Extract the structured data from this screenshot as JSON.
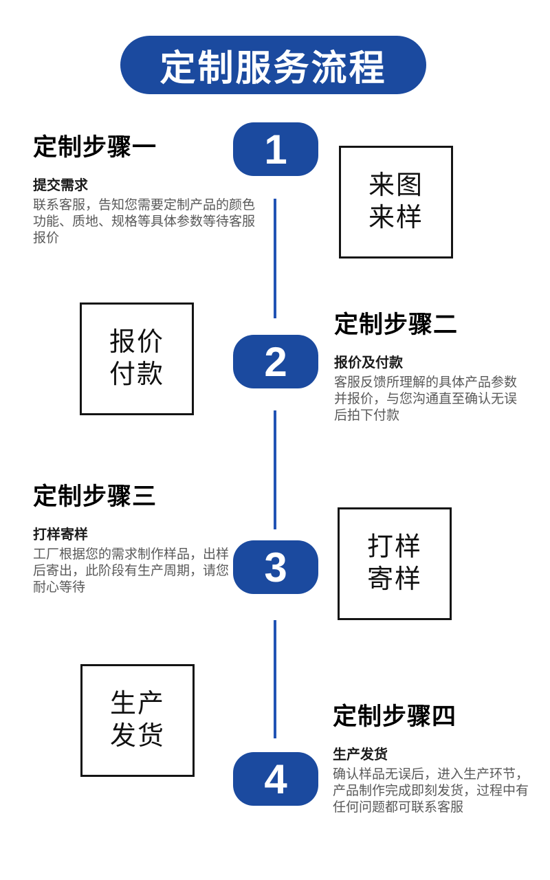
{
  "colors": {
    "primary_blue": "#1b4a9f",
    "connector_blue": "#2153b5",
    "box_border": "#141414",
    "body_text": "#595959"
  },
  "header": {
    "title": "定制服务流程"
  },
  "steps": [
    {
      "number": "1",
      "title": "定制步骤一",
      "subtitle": "提交需求",
      "body_lines": [
        "联系客服，告知您需要定制产品的颜色",
        "功能、质地、规格等具体参数等待客服",
        "报价"
      ],
      "box": [
        "来图",
        "来样"
      ]
    },
    {
      "number": "2",
      "title": "定制步骤二",
      "subtitle": "报价及付款",
      "body_lines": [
        "客服反馈所理解的具体产品参数",
        "并报价，与您沟通直至确认无误",
        "后拍下付款"
      ],
      "box": [
        "报价",
        "付款"
      ]
    },
    {
      "number": "3",
      "title": "定制步骤三",
      "subtitle": "打样寄样",
      "body_lines": [
        "工厂根据您的需求制作样品，出样",
        "后寄出，此阶段有生产周期，请您",
        "耐心等待"
      ],
      "box": [
        "打样",
        "寄样"
      ]
    },
    {
      "number": "4",
      "title": "定制步骤四",
      "subtitle": "生产发货",
      "body_lines": [
        "确认样品无误后，进入生产环节，",
        "产品制作完成即刻发货，过程中有",
        "任何问题都可联系客服"
      ],
      "box": [
        "生产",
        "发货"
      ]
    }
  ]
}
